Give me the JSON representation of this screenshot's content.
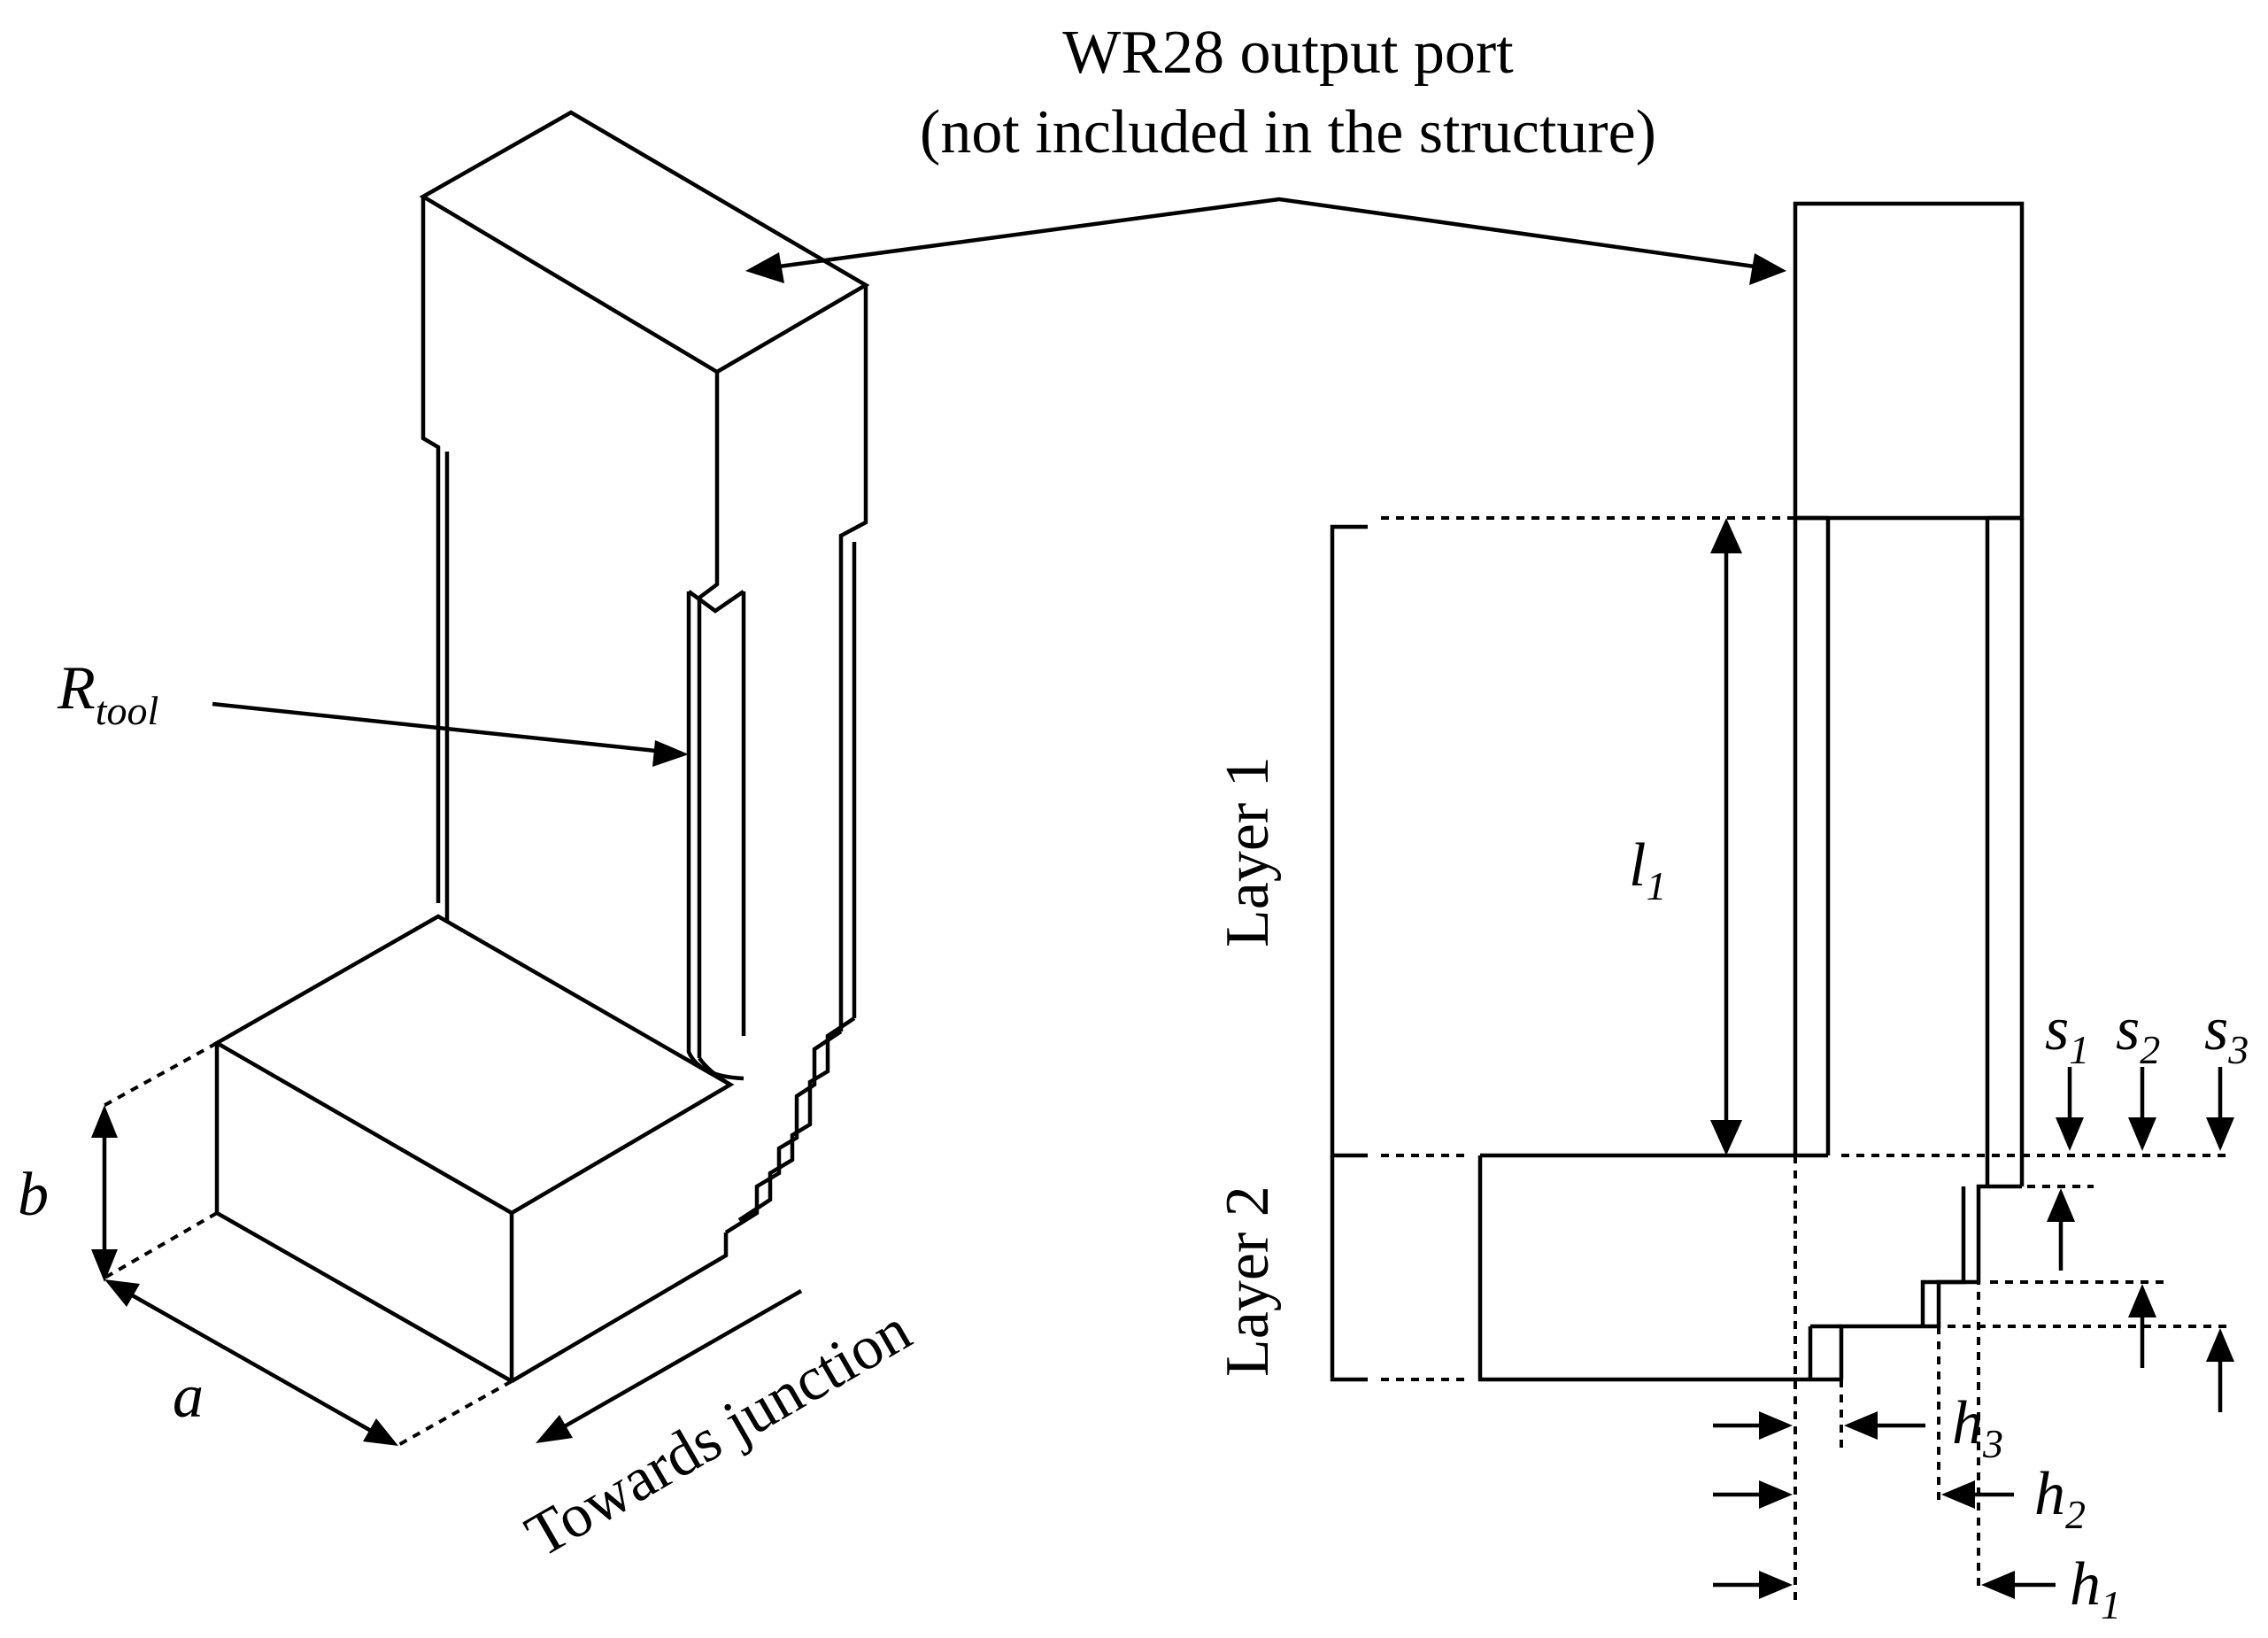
{
  "labels": {
    "port_title_line1": "WR28 output port",
    "port_title_line2": "(not included in the structure)",
    "r_tool_main": "R",
    "r_tool_sub": "tool",
    "dim_a": "a",
    "dim_b": "b",
    "towards_junction": "Towards junction",
    "layer1": "Layer 1",
    "layer2": "Layer 2",
    "l1_main": "l",
    "l1_sub": "1",
    "s_main": "s",
    "s1_sub": "1",
    "s2_sub": "2",
    "s3_sub": "3",
    "h_main": "h",
    "h1_sub": "1",
    "h2_sub": "2",
    "h3_sub": "3"
  },
  "colors": {
    "stroke": "#000000",
    "background": "#ffffff"
  }
}
